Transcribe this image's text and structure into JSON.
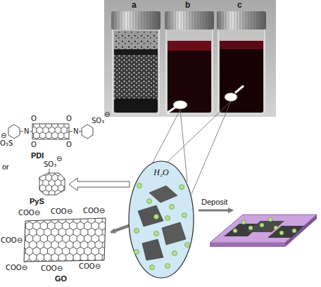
{
  "diagram": {
    "nodes": [
      {
        "text": [
          "H₂O"
        ]
      }
    ],
    "labels": [
      "a",
      "b",
      "c",
      "O₃S",
      "⊖",
      "N",
      "N",
      "SO₃",
      "⊖",
      "O",
      "O",
      "O",
      "O",
      "PDI",
      "or",
      "SO₃",
      "⊖",
      "PyS",
      "COO⊖",
      "COO⊖",
      "COO⊖",
      "COO⊖",
      "COO⊖",
      "COO⊖",
      "COO⊖",
      "GO",
      "Deposit"
    ]
  }
}
